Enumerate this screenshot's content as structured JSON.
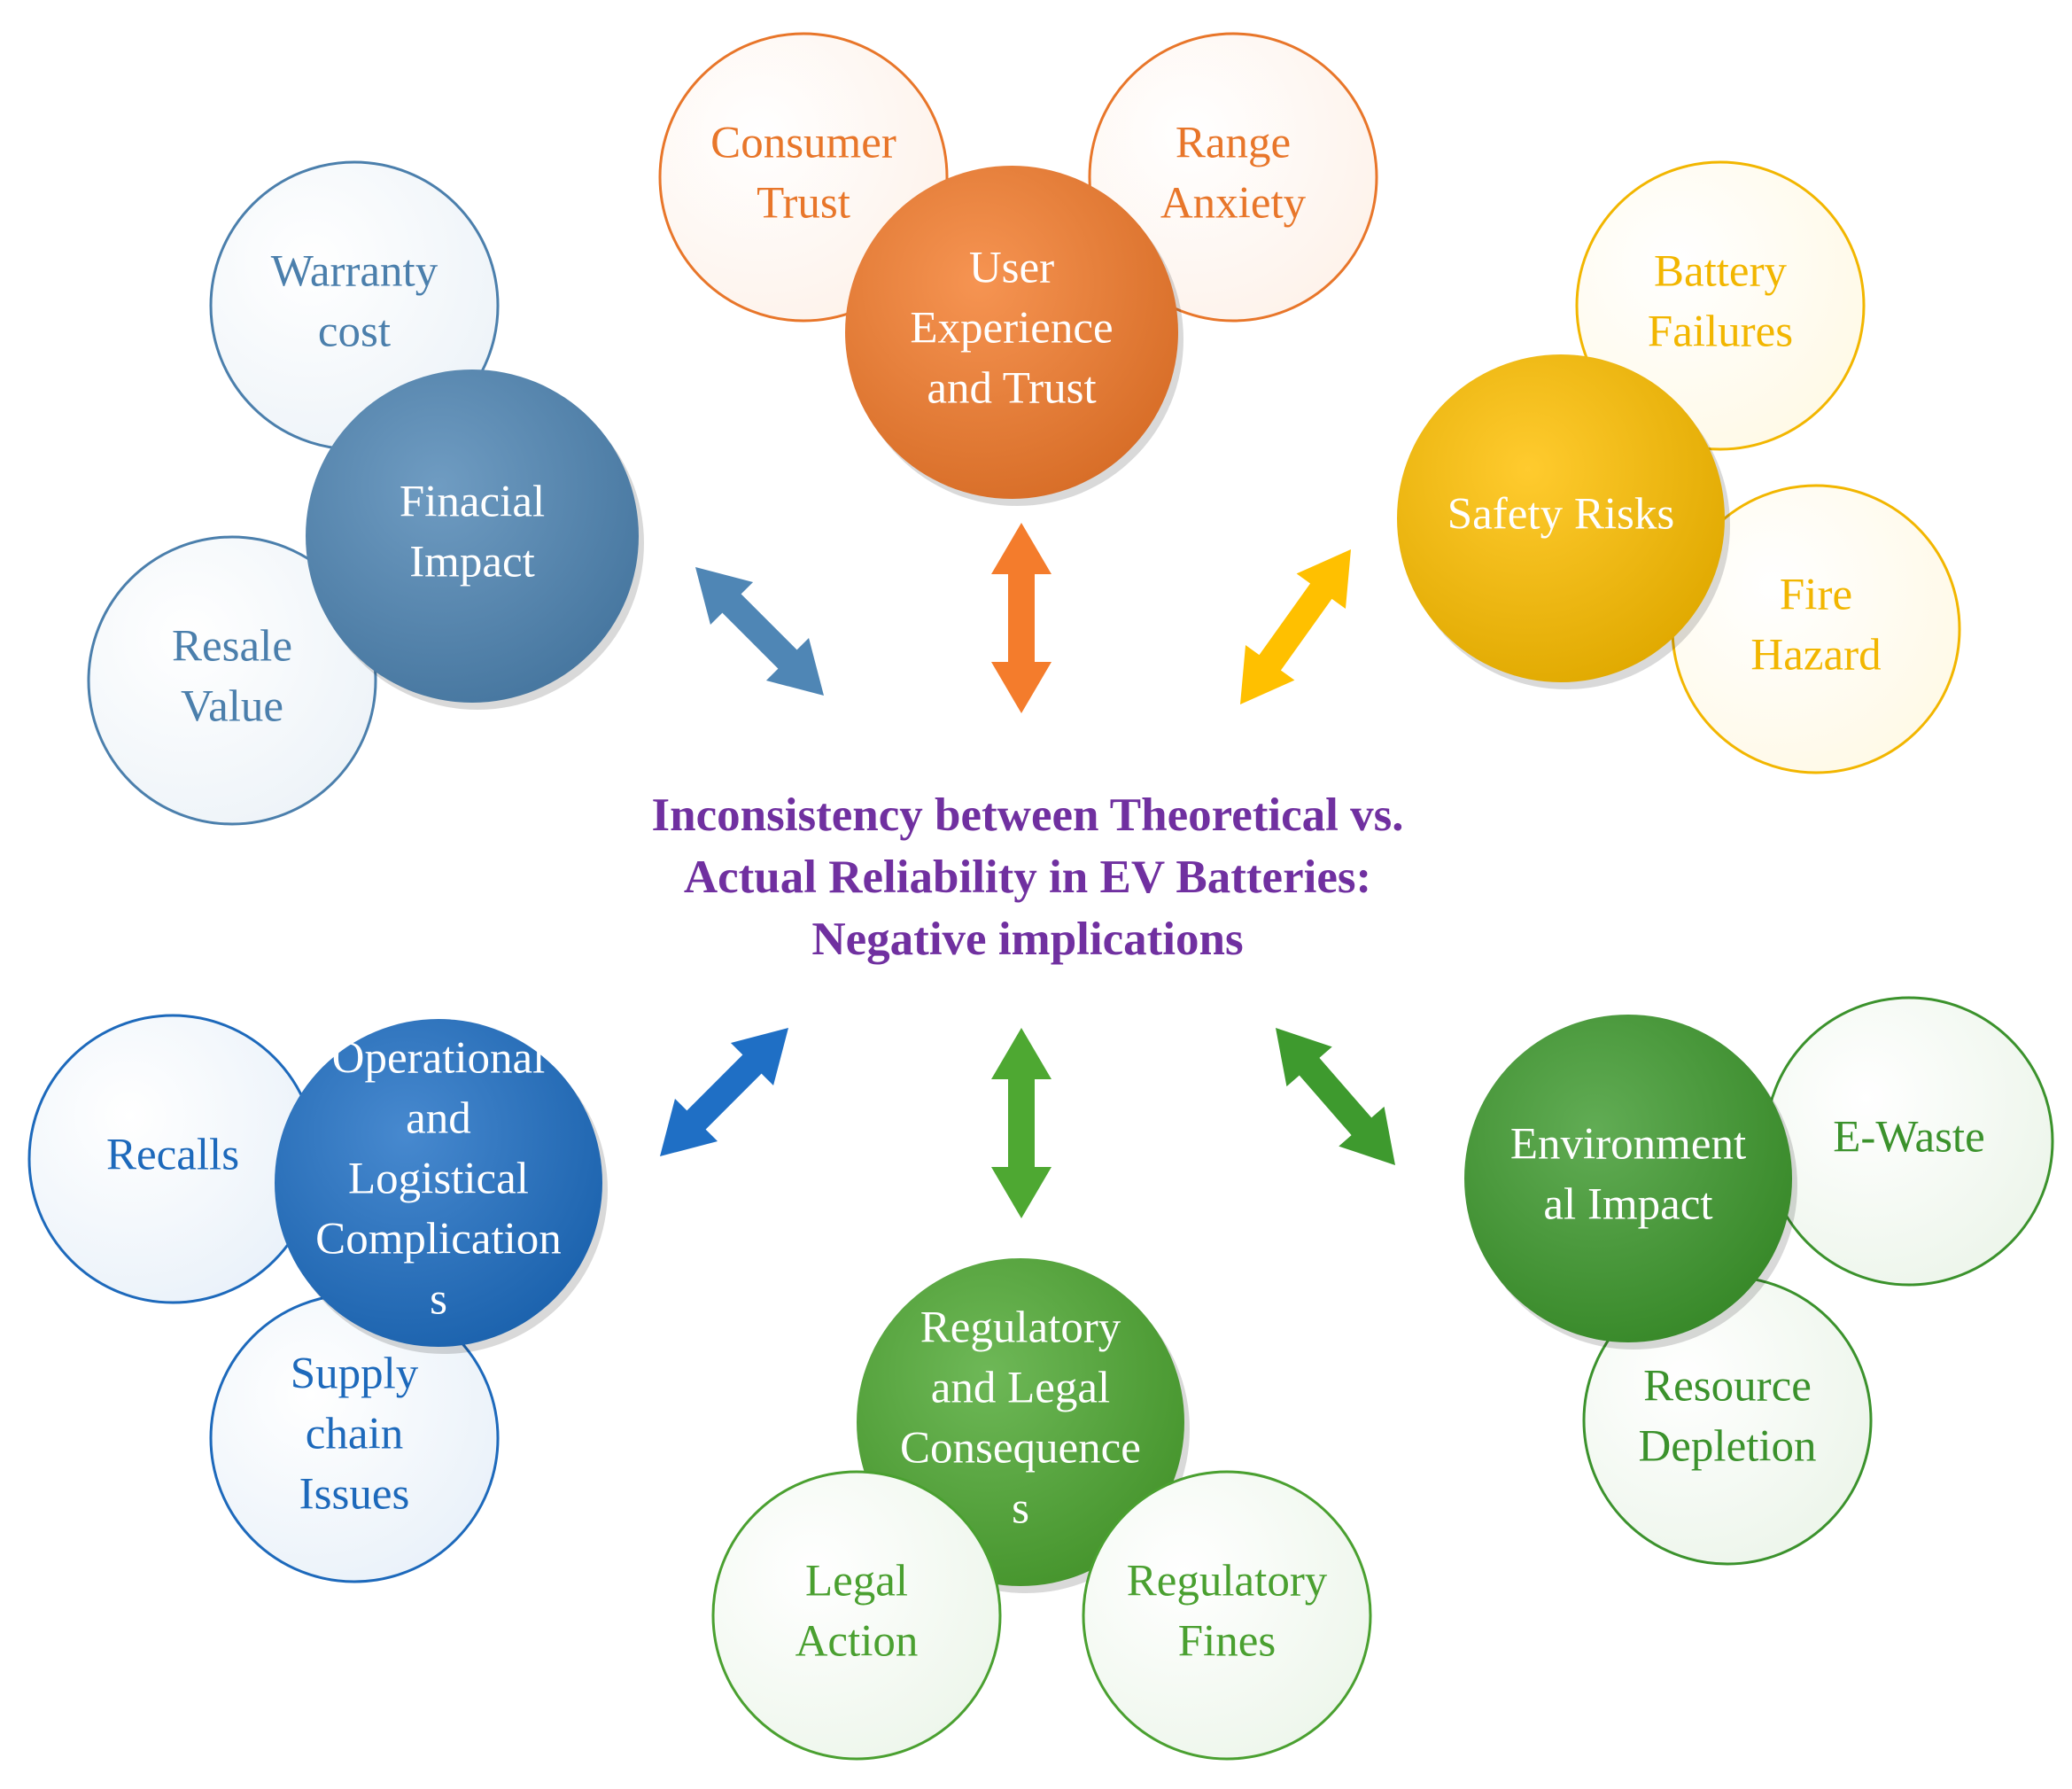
{
  "center": {
    "lines": [
      "Inconsistency between Theoretical vs.",
      "Actual Reliability in EV Batteries:",
      "Negative implications"
    ],
    "color": "#7030A0"
  },
  "clusters": [
    {
      "id": "financial",
      "color": "#4F86B5",
      "lines": [
        "Finacial",
        "Impact"
      ],
      "satellites": [
        {
          "id": "warranty-cost",
          "lines": [
            "Warranty",
            "cost"
          ]
        },
        {
          "id": "resale-value",
          "lines": [
            "Resale",
            "Value"
          ]
        }
      ]
    },
    {
      "id": "user-experience",
      "color": "#F47C2C",
      "lines": [
        "User",
        "Experience",
        "and Trust"
      ],
      "satellites": [
        {
          "id": "consumer-trust",
          "lines": [
            "Consumer",
            "Trust"
          ]
        },
        {
          "id": "range-anxiety",
          "lines": [
            "Range",
            "Anxiety"
          ]
        }
      ]
    },
    {
      "id": "safety",
      "color": "#FFC000",
      "lines": [
        "Safety Risks"
      ],
      "satellites": [
        {
          "id": "battery-failures",
          "lines": [
            "Battery",
            "Failures"
          ]
        },
        {
          "id": "fire-hazard",
          "lines": [
            "Fire",
            "Hazard"
          ]
        }
      ]
    },
    {
      "id": "operational",
      "color": "#1F6FC5",
      "lines": [
        "Operational",
        "and",
        "Logistical",
        "Complication",
        "s"
      ],
      "satellites": [
        {
          "id": "recalls",
          "lines": [
            "Recalls"
          ]
        },
        {
          "id": "supply-chain",
          "lines": [
            "Supply",
            "chain",
            "Issues"
          ]
        }
      ]
    },
    {
      "id": "regulatory",
      "color": "#4EA832",
      "lines": [
        "Regulatory",
        "and Legal",
        "Consequence",
        "s"
      ],
      "satellites": [
        {
          "id": "legal-action",
          "lines": [
            "Legal",
            "Action"
          ]
        },
        {
          "id": "regulatory-fines",
          "lines": [
            "Regulatory",
            "Fines"
          ]
        }
      ]
    },
    {
      "id": "environmental",
      "color": "#3E9A2E",
      "lines": [
        "Environment",
        "al Impact"
      ],
      "satellites": [
        {
          "id": "e-waste",
          "lines": [
            "E-Waste"
          ]
        },
        {
          "id": "resource-depletion",
          "lines": [
            "Resource",
            "Depletion"
          ]
        }
      ]
    }
  ]
}
